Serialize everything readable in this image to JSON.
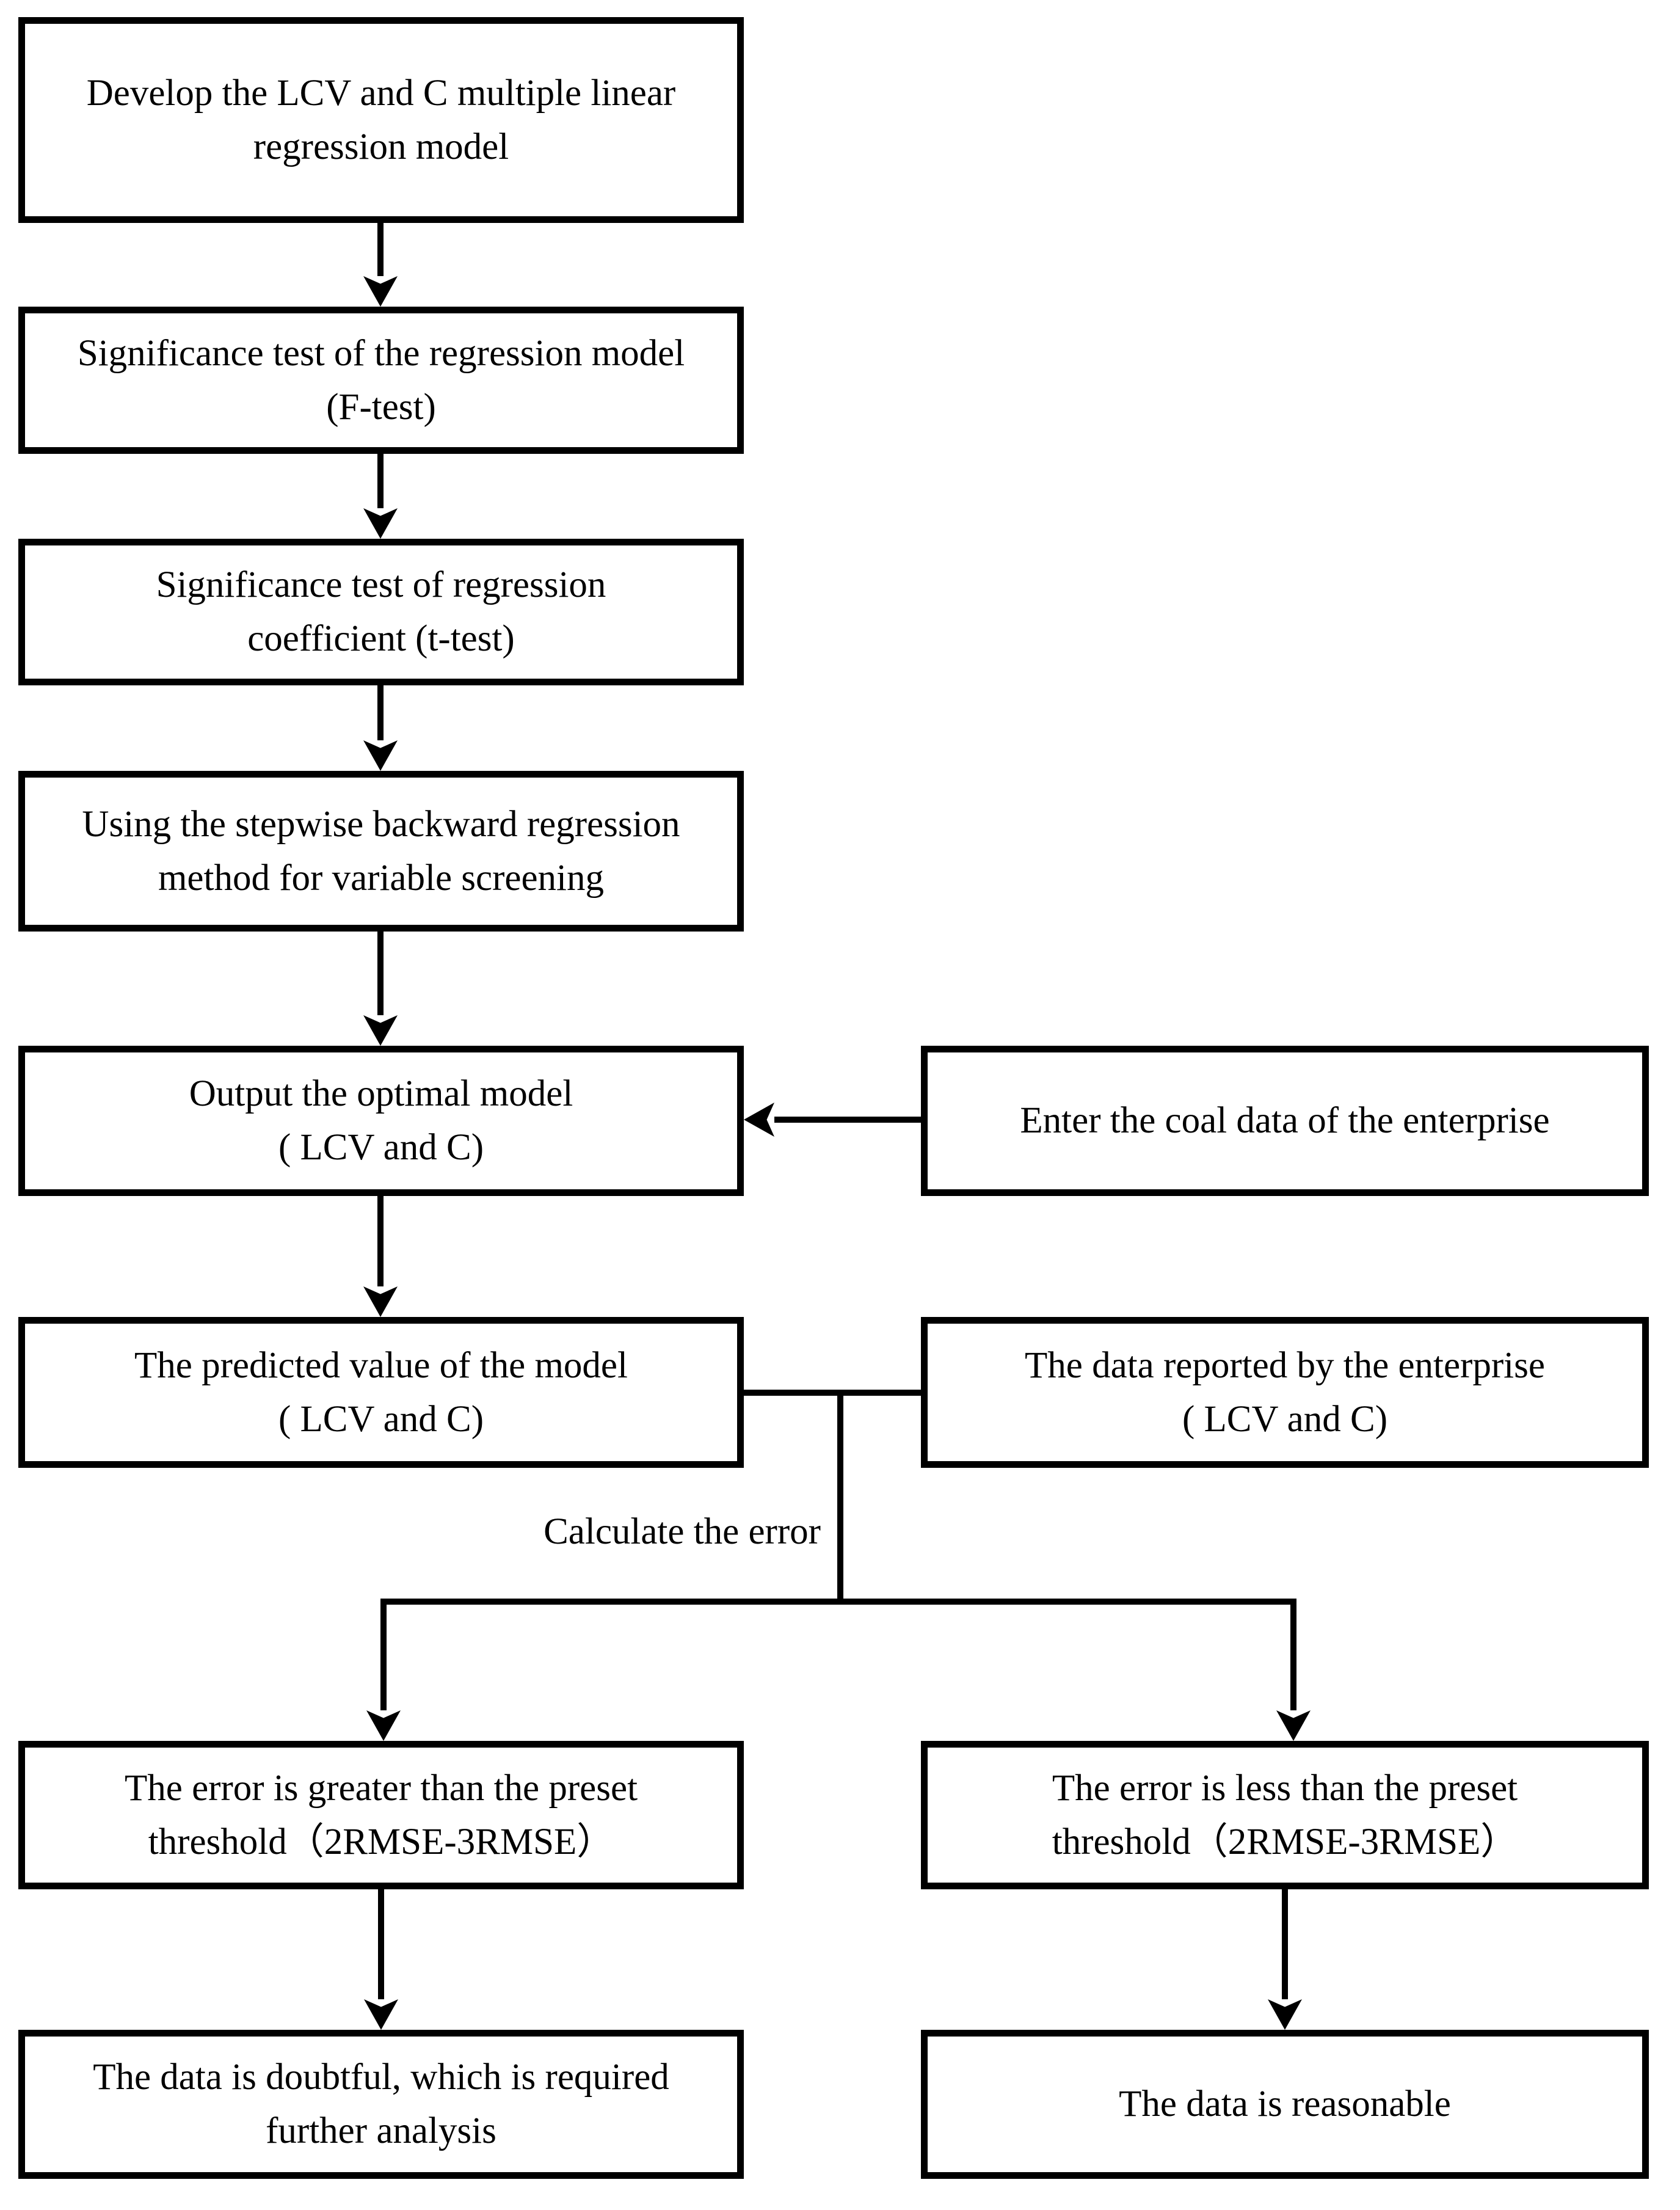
{
  "diagram": {
    "colors": {
      "line": "#000000",
      "background": "#ffffff",
      "text": "#000000"
    },
    "boxes": {
      "develop_model": {
        "lines": [
          "Develop the LCV and C multiple linear",
          "regression model"
        ]
      },
      "f_test": {
        "lines": [
          "Significance test of the regression model",
          "(F-test)"
        ]
      },
      "t_test": {
        "lines": [
          "Significance test of regression",
          "coefficient (t-test)"
        ]
      },
      "stepwise_screening": {
        "lines": [
          "Using the stepwise backward regression",
          "method for variable screening"
        ]
      },
      "output_optimal_model": {
        "lines": [
          "Output the optimal model",
          "( LCV and C)"
        ]
      },
      "enter_coal_data": {
        "lines": [
          "Enter the coal data of the enterprise"
        ]
      },
      "predicted_value": {
        "lines": [
          "The predicted value of the model",
          "( LCV and C)"
        ]
      },
      "reported_data": {
        "lines": [
          "The data reported by the enterprise",
          "( LCV and C)"
        ]
      },
      "error_greater": {
        "lines": [
          "The error is greater than the preset",
          "threshold（2RMSE-3RMSE）"
        ]
      },
      "error_less": {
        "lines": [
          "The error is less than the preset",
          "threshold（2RMSE-3RMSE）"
        ]
      },
      "data_doubtful": {
        "lines": [
          "The data is doubtful, which is required",
          "further analysis"
        ]
      },
      "data_reasonable": {
        "lines": [
          "The data is reasonable"
        ]
      }
    },
    "labels": {
      "calculate_error": "Calculate the error"
    }
  }
}
